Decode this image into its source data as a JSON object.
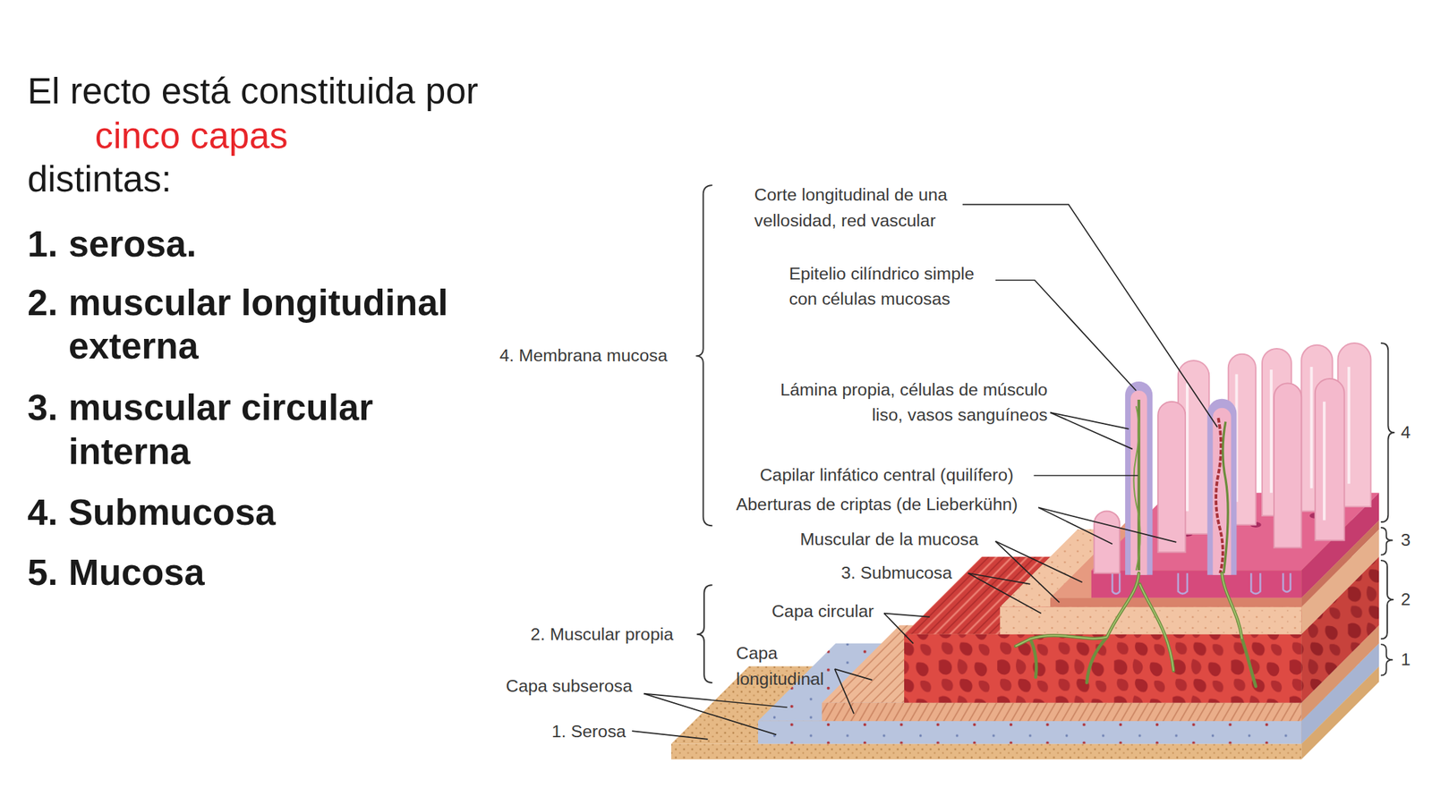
{
  "diagram": {
    "labels": [
      "El recto está constituida por",
      "cinco capas",
      "distintas:",
      "1.",
      "serosa.",
      "2.",
      "muscular longitudinal externa",
      "3.",
      "muscular circular interna",
      "4.",
      "Submucosa",
      "5.",
      "Mucosa",
      "Corte longitudinal de una vellosidad, red vascular",
      "Epitelio cilíndrico simple con células mucosas",
      "4. Membrana mucosa",
      "Lámina propia, células de músculo liso, vasos sanguíneos",
      "Capilar linfático central (quilífero)",
      "Aberturas de criptas (de Lieberkühn)",
      "Muscular de la mucosa",
      "3. Submucosa",
      "2. Muscular propia",
      "Capa circular",
      "Capa longitudinal",
      "Capa subserosa",
      "1. Serosa",
      "4",
      "3",
      "2",
      "1"
    ]
  }
}
